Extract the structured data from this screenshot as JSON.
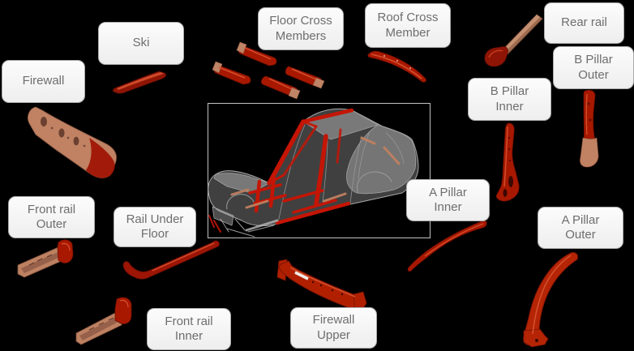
{
  "diagram": {
    "type": "exploded parts diagram",
    "subject": "Car body-in-white structural parts",
    "labels": {
      "firewall": {
        "text": "Firewall"
      },
      "ski": {
        "text": "Ski"
      },
      "floor_cross_members": {
        "text": "Floor Cross\nMembers"
      },
      "roof_cross_member": {
        "text": "Roof Cross\nMember"
      },
      "rear_rail": {
        "text": "Rear rail"
      },
      "b_pillar_outer": {
        "text": "B Pillar\nOuter"
      },
      "b_pillar_inner": {
        "text": "B Pillar\nInner"
      },
      "a_pillar_inner": {
        "text": "A Pillar\nInner"
      },
      "a_pillar_outer": {
        "text": "A Pillar\nOuter"
      },
      "front_rail_outer": {
        "text": "Front rail\nOuter"
      },
      "rail_under_floor": {
        "text": "Rail Under\nFloor"
      },
      "front_rail_inner": {
        "text": "Front rail\nInner"
      },
      "firewall_upper": {
        "text": "Firewall\nUpper"
      }
    },
    "part_images": [
      "ski-part",
      "firewall-part",
      "floor-cross-members-part",
      "roof-cross-member-part",
      "rear-rail-part",
      "b-pillar-outer-part",
      "b-pillar-inner-part",
      "a-pillar-inner-part",
      "a-pillar-outer-part",
      "front-rail-outer-part",
      "rail-under-floor-part",
      "front-rail-inner-part",
      "firewall-upper-part",
      "car-body-center-image"
    ],
    "colors": {
      "background": "#000000",
      "label_fill": "#f5f5f5",
      "label_border": "#ababab",
      "label_text": "#6e6e6e",
      "part_red": "#a81800",
      "part_red_dark": "#6e0f02",
      "part_red_bright": "#d4502e",
      "part_copper": "#bd8162",
      "part_copper_dark": "#96604a",
      "car_body_gray": "#c2c2c2",
      "cage_red": "#c41505",
      "image_frame_border": "#d7d7d7"
    }
  }
}
